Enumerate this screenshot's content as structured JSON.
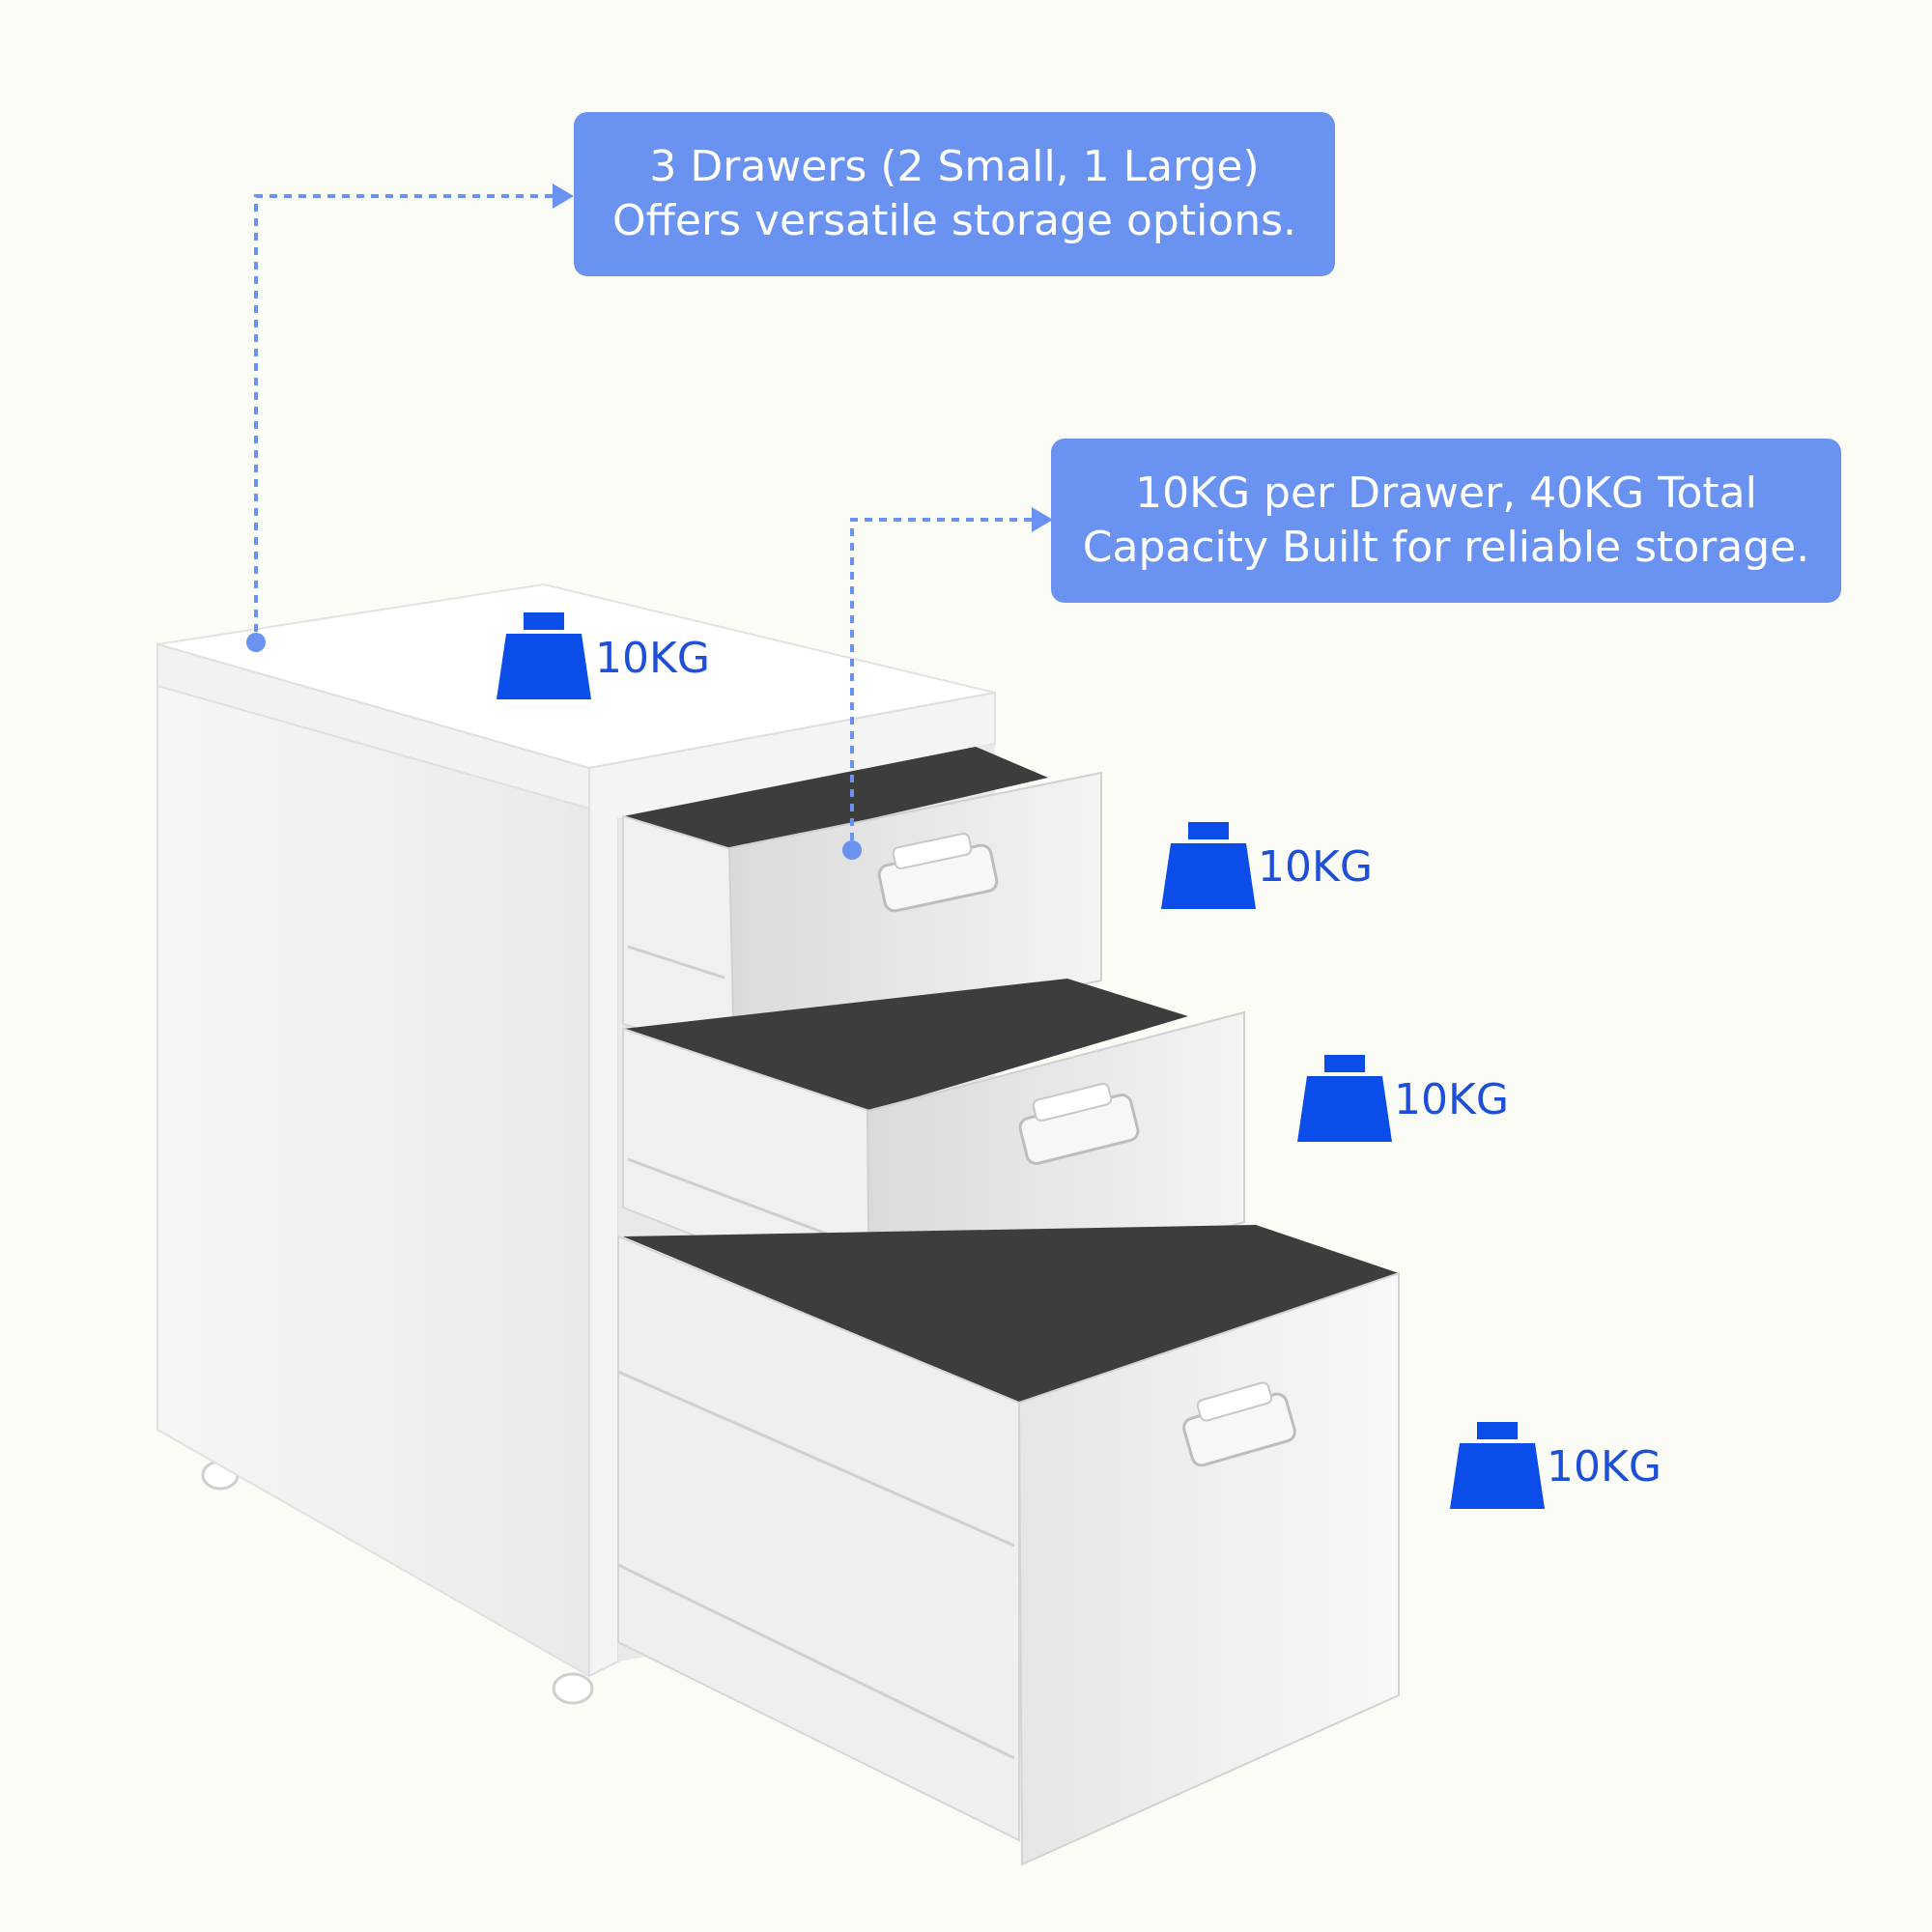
{
  "callouts": {
    "drawers": {
      "line1": "3 Drawers (2 Small, 1 Large)",
      "line2": "Offers versatile storage options."
    },
    "capacity": {
      "line1": "10KG per Drawer, 40KG Total",
      "line2": "Capacity Built for reliable storage."
    }
  },
  "weights": {
    "top": "10KG",
    "drawer_1": "10KG",
    "drawer_2": "10KG",
    "drawer_3": "10KG"
  },
  "colors": {
    "background": "#fcfcf7",
    "callout": "#6a93f1",
    "weight_icon": "#0b4de8",
    "cabinet": "#f1f1f1",
    "drawer_interior": "#3b3b3b"
  },
  "icons": {
    "weight": "kettlebell-weight-icon"
  }
}
